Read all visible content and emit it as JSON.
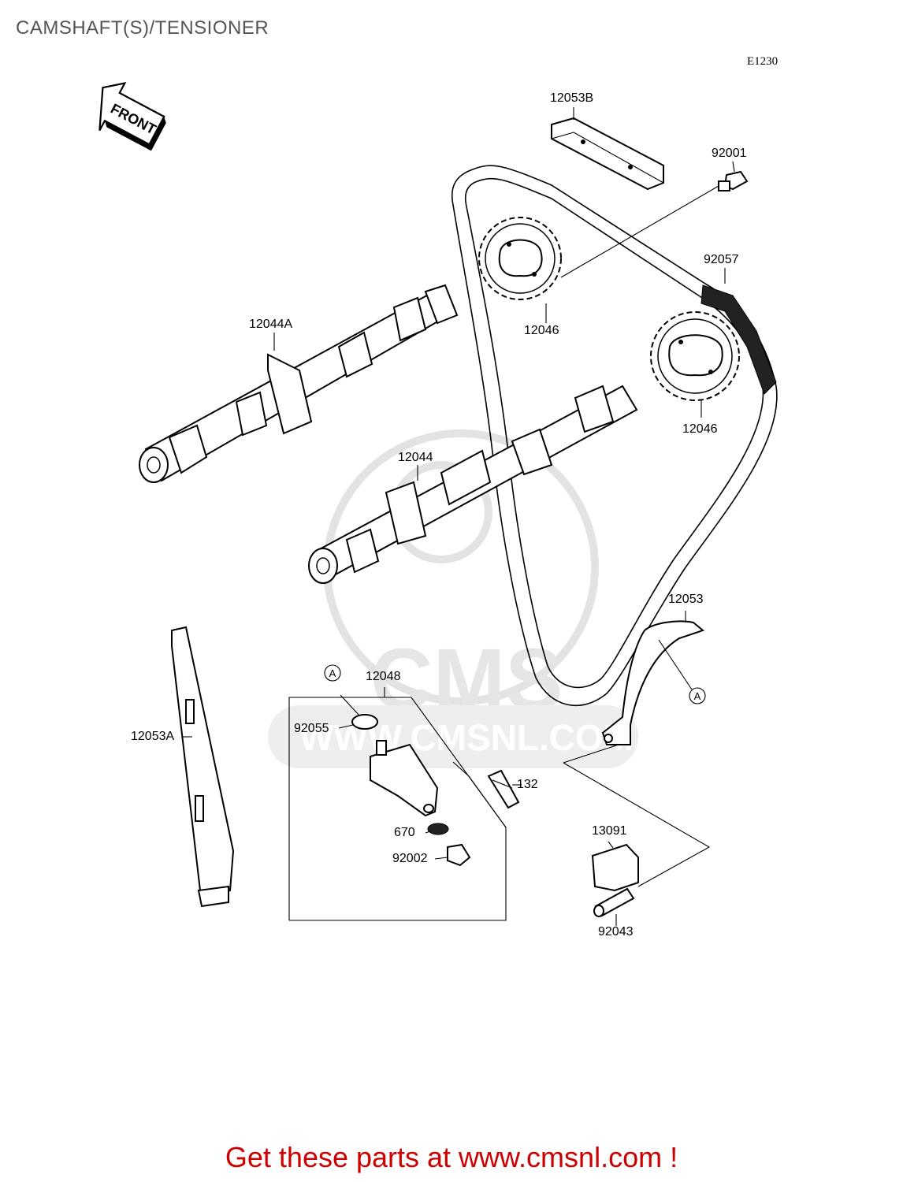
{
  "title": "CAMSHAFT(S)/TENSIONER",
  "diagram_code": "E1230",
  "front_label": "FRONT",
  "watermark": {
    "brand": "CMS",
    "url": "WWW.CMSNL.COM"
  },
  "reference_marker": "A",
  "parts": [
    {
      "id": "p-12053b",
      "number": "12053B",
      "name": "Chain guide (top)"
    },
    {
      "id": "p-92001",
      "number": "92001",
      "name": "Bolt"
    },
    {
      "id": "p-92057",
      "number": "92057",
      "name": "Chain"
    },
    {
      "id": "p-12046a",
      "number": "12046",
      "name": "Sprocket"
    },
    {
      "id": "p-12046b",
      "number": "12046",
      "name": "Sprocket"
    },
    {
      "id": "p-12044a",
      "number": "12044A",
      "name": "Camshaft"
    },
    {
      "id": "p-12044",
      "number": "12044",
      "name": "Camshaft"
    },
    {
      "id": "p-12053",
      "number": "12053",
      "name": "Chain guide"
    },
    {
      "id": "p-12053a",
      "number": "12053A",
      "name": "Chain guide"
    },
    {
      "id": "p-12048",
      "number": "12048",
      "name": "Tensioner assembly"
    },
    {
      "id": "p-92055",
      "number": "92055",
      "name": "O-ring"
    },
    {
      "id": "p-132",
      "number": "132",
      "name": "Bolt"
    },
    {
      "id": "p-670",
      "number": "670",
      "name": "Washer"
    },
    {
      "id": "p-92002",
      "number": "92002",
      "name": "Bolt"
    },
    {
      "id": "p-13091",
      "number": "13091",
      "name": "Holder"
    },
    {
      "id": "p-92043",
      "number": "92043",
      "name": "Pin"
    }
  ],
  "cta": "Get these parts at www.cmsnl.com !"
}
